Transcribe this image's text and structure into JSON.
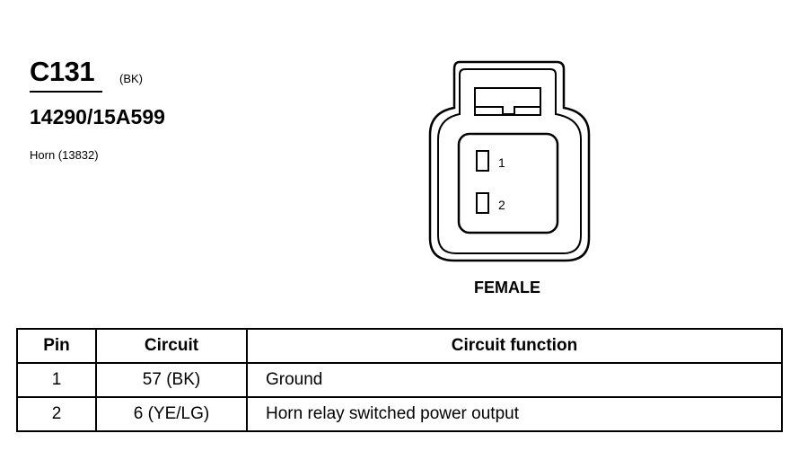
{
  "connector": {
    "id": "C131",
    "color": "(BK)",
    "part_numbers": "14290/15A599",
    "component": "Horn (13832)",
    "gender": "FEMALE",
    "pins": [
      "1",
      "2"
    ]
  },
  "pin_table": {
    "headers": [
      "Pin",
      "Circuit",
      "Circuit function"
    ],
    "rows": [
      {
        "pin": "1",
        "circuit": "57 (BK)",
        "function": "Ground"
      },
      {
        "pin": "2",
        "circuit": "6 (YE/LG)",
        "function": "Horn relay switched power output"
      }
    ]
  }
}
